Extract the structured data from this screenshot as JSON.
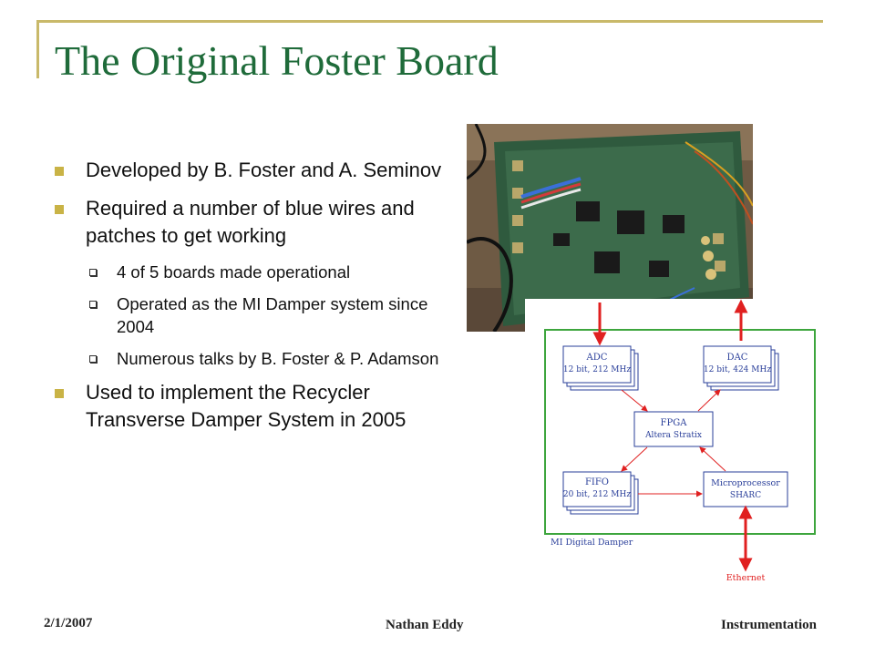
{
  "slide": {
    "title": "The Original Foster Board",
    "bullets": [
      {
        "text": "Developed by B. Foster and A. Seminov"
      },
      {
        "text": "Required a number of blue wires and patches to get working"
      },
      {
        "text": "4 of 5 boards made operational"
      },
      {
        "text": "Operated as the MI Damper system since 2004"
      },
      {
        "text": "Numerous talks by B. Foster & P. Adamson"
      },
      {
        "text": "Used to implement the Recycler Transverse Damper System in 2005"
      }
    ],
    "diagram": {
      "adc": {
        "name": "ADC",
        "spec": "12 bit, 212 MHz"
      },
      "dac": {
        "name": "DAC",
        "spec": "12 bit, 424 MHz"
      },
      "fpga": {
        "name": "FPGA",
        "spec": "Altera Stratix"
      },
      "fifo": {
        "name": "FIFO",
        "spec": "20 bit, 212 MHz"
      },
      "micro": {
        "name": "Microprocessor",
        "spec": "SHARC"
      },
      "caption": "MI Digital Damper",
      "ethernet": "Ethernet"
    }
  },
  "footer": {
    "date": "2/1/2007",
    "author": "Nathan Eddy",
    "topic": "Instrumentation"
  },
  "colors": {
    "accent": "#c9b96a",
    "title": "#1f6b3a",
    "bullet": "#c9b346",
    "diagram_box": "#2a3f9a",
    "diagram_frame": "#3da53d",
    "arrow": "#e02020"
  }
}
